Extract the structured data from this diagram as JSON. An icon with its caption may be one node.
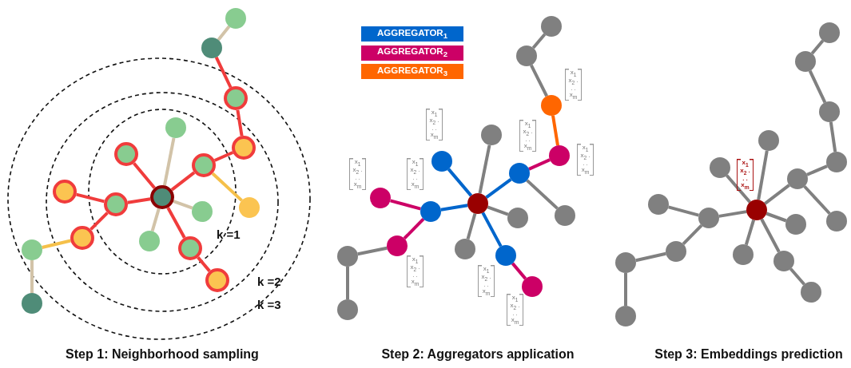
{
  "diagram": {
    "nodes": [
      {
        "text": [],
        "shape": "circle"
      },
      {
        "text": [],
        "shape": "circle"
      },
      {
        "text": [],
        "shape": "circle"
      },
      {
        "text": [],
        "shape": "circle"
      },
      {
        "text": [],
        "shape": "circle"
      },
      {
        "text": [],
        "shape": "circle"
      },
      {
        "text": [],
        "shape": "circle"
      },
      {
        "text": [],
        "shape": "circle"
      },
      {
        "text": [],
        "shape": "circle"
      },
      {
        "text": [],
        "shape": "circle"
      },
      {
        "text": [],
        "shape": "circle"
      },
      {
        "text": [],
        "shape": "circle"
      },
      {
        "text": [],
        "shape": "circle"
      },
      {
        "text": [],
        "shape": "circle"
      },
      {
        "text": [],
        "shape": "circle"
      },
      {
        "text": [],
        "shape": "circle"
      },
      {
        "text": [],
        "shape": "circle"
      },
      {
        "text": [],
        "shape": "circle"
      },
      {
        "text": [],
        "shape": "circle"
      },
      {
        "text": [],
        "shape": "circle"
      },
      {
        "text": [],
        "shape": "circle"
      },
      {
        "text": [],
        "shape": "circle"
      },
      {
        "text": [],
        "shape": "circle"
      },
      {
        "text": [],
        "shape": "circle"
      },
      {
        "text": [],
        "shape": "circle"
      },
      {
        "text": [],
        "shape": "circle"
      },
      {
        "text": [],
        "shape": "circle"
      },
      {
        "text": [],
        "shape": "circle"
      },
      {
        "text": [],
        "shape": "circle"
      },
      {
        "text": [],
        "shape": "circle"
      },
      {
        "text": [],
        "shape": "circle"
      },
      {
        "text": [],
        "shape": "circle"
      },
      {
        "text": [],
        "shape": "circle"
      },
      {
        "text": [],
        "shape": "circle"
      },
      {
        "text": [],
        "shape": "circle"
      },
      {
        "text": [],
        "shape": "circle"
      },
      {
        "text": [],
        "shape": "circle"
      },
      {
        "text": [],
        "shape": "circle"
      },
      {
        "text": [],
        "shape": "circle"
      },
      {
        "text": [],
        "shape": "circle"
      },
      {
        "text": [],
        "shape": "circle"
      },
      {
        "text": [],
        "shape": "circle"
      },
      {
        "text": [],
        "shape": "circle"
      },
      {
        "text": [],
        "shape": "circle"
      },
      {
        "text": [],
        "shape": "circle"
      },
      {
        "text": [],
        "shape": "circle"
      },
      {
        "text": [],
        "shape": "circle"
      },
      {
        "text": [],
        "shape": "circle"
      },
      {
        "text": [],
        "shape": "circle"
      },
      {
        "text": [],
        "shape": "circle"
      },
      {
        "text": [],
        "shape": "circle"
      },
      {
        "text": [],
        "shape": "circle"
      },
      {
        "text": [],
        "shape": "circle"
      },
      {
        "text": [],
        "shape": "circle"
      }
    ],
    "edges": [
      {
        "from": 0,
        "to": 1,
        "arrow": "none",
        "color": "#f03c3c"
      },
      {
        "from": 0,
        "to": 2,
        "arrow": "none",
        "color": "#f03c3c"
      },
      {
        "from": 2,
        "to": 3,
        "arrow": "none",
        "color": "#f03c3c"
      },
      {
        "from": 2,
        "to": 4,
        "arrow": "none",
        "color": "#f03c3c"
      },
      {
        "from": 4,
        "to": 5,
        "arrow": "none",
        "color": "#f5c04a"
      },
      {
        "from": 5,
        "to": 6,
        "arrow": "none",
        "color": "#d2c3a8"
      },
      {
        "from": 0,
        "to": 7,
        "arrow": "none",
        "color": "#d2c3a8"
      },
      {
        "from": 0,
        "to": 8,
        "arrow": "none",
        "color": "#f03c3c"
      },
      {
        "from": 8,
        "to": 9,
        "arrow": "none",
        "color": "#f03c3c"
      },
      {
        "from": 9,
        "to": 10,
        "arrow": "none",
        "color": "#f03c3c"
      },
      {
        "from": 10,
        "to": 11,
        "arrow": "none",
        "color": "#f03c3c"
      },
      {
        "from": 11,
        "to": 12,
        "arrow": "none",
        "color": "#d2c3a8"
      },
      {
        "from": 8,
        "to": 13,
        "arrow": "none",
        "color": "#f5c04a"
      },
      {
        "from": 0,
        "to": 14,
        "arrow": "none",
        "color": "#d2c3a8"
      },
      {
        "from": 0,
        "to": 15,
        "arrow": "none",
        "color": "#d2c3a8"
      },
      {
        "from": 0,
        "to": 16,
        "arrow": "none",
        "color": "#f03c3c"
      },
      {
        "from": 16,
        "to": 17,
        "arrow": "none",
        "color": "#f03c3c"
      },
      {
        "from": 18,
        "to": 19,
        "arrow": "none",
        "color": "#0066cc"
      },
      {
        "from": 18,
        "to": 20,
        "arrow": "none",
        "color": "#0066cc"
      },
      {
        "from": 20,
        "to": 21,
        "arrow": "none",
        "color": "#cc0066"
      },
      {
        "from": 20,
        "to": 22,
        "arrow": "none",
        "color": "#cc0066"
      },
      {
        "from": 22,
        "to": 23,
        "arrow": "none"
      },
      {
        "from": 23,
        "to": 24,
        "arrow": "none"
      },
      {
        "from": 18,
        "to": 25,
        "arrow": "none"
      },
      {
        "from": 18,
        "to": 26,
        "arrow": "none",
        "color": "#0066cc"
      },
      {
        "from": 26,
        "to": 27,
        "arrow": "none",
        "color": "#cc0066"
      },
      {
        "from": 27,
        "to": 28,
        "arrow": "none",
        "color": "#ff6600"
      },
      {
        "from": 28,
        "to": 29,
        "arrow": "none"
      },
      {
        "from": 29,
        "to": 30,
        "arrow": "none"
      },
      {
        "from": 26,
        "to": 31,
        "arrow": "none"
      },
      {
        "from": 18,
        "to": 32,
        "arrow": "none"
      },
      {
        "from": 18,
        "to": 33,
        "arrow": "none"
      },
      {
        "from": 18,
        "to": 34,
        "arrow": "none",
        "color": "#0066cc"
      },
      {
        "from": 34,
        "to": 35,
        "arrow": "none",
        "color": "#cc0066"
      },
      {
        "from": 36,
        "to": 37,
        "arrow": "none"
      },
      {
        "from": 36,
        "to": 38,
        "arrow": "none"
      },
      {
        "from": 38,
        "to": 39,
        "arrow": "none"
      },
      {
        "from": 38,
        "to": 40,
        "arrow": "none"
      },
      {
        "from": 40,
        "to": 41,
        "arrow": "none"
      },
      {
        "from": 41,
        "to": 42,
        "arrow": "none"
      },
      {
        "from": 36,
        "to": 43,
        "arrow": "none"
      },
      {
        "from": 36,
        "to": 44,
        "arrow": "none"
      },
      {
        "from": 44,
        "to": 45,
        "arrow": "none"
      },
      {
        "from": 45,
        "to": 46,
        "arrow": "none"
      },
      {
        "from": 46,
        "to": 47,
        "arrow": "none"
      },
      {
        "from": 47,
        "to": 48,
        "arrow": "none"
      },
      {
        "from": 44,
        "to": 49,
        "arrow": "none"
      },
      {
        "from": 36,
        "to": 50,
        "arrow": "none"
      },
      {
        "from": 36,
        "to": 51,
        "arrow": "none"
      },
      {
        "from": 36,
        "to": 52,
        "arrow": "none"
      },
      {
        "from": 52,
        "to": 53,
        "arrow": "none"
      }
    ],
    "labels": [
      "k =1",
      "k =2",
      "k =3",
      "x$_{1}$ x$_{2}$ . . . x$_{m}$",
      "x$_{1}$ x$_{2}$ . . . x$_{m}$",
      "x$_{1}$ x$_{2}$ . . . x$_{m}$",
      "x$_{1}$ x$_{2}$ . . . x$_{m}$",
      "x$_{1}$ x$_{2}$ . . . x$_{m}$",
      "x$_{1}$ x$_{2}$ . . . x$_{m}$",
      "x$_{1}$ x$_{2}$ . . . x$_{m}$",
      "x$_{1}$ x$_{2}$ . . . x$_{m}$",
      "x$_{1}$ x$_{2}$ . . . x$_{m}$",
      "x$_{1}$ x$_{2}$ . . . x$_{m}$",
      "Step 1: Neighborhood sampling",
      "Step 2: Aggregators application",
      "Step 3: Embeddings prediction"
    ],
    "legend": [
      {
        "text": "AGGREGATOR$_{1}$",
        "color": "#0066cc"
      },
      {
        "text": "AGGREGATOR$_{2}$",
        "color": "#cc0066"
      },
      {
        "text": "AGGREGATOR$_{3}$",
        "color": "#ff6600"
      }
    ]
  }
}
